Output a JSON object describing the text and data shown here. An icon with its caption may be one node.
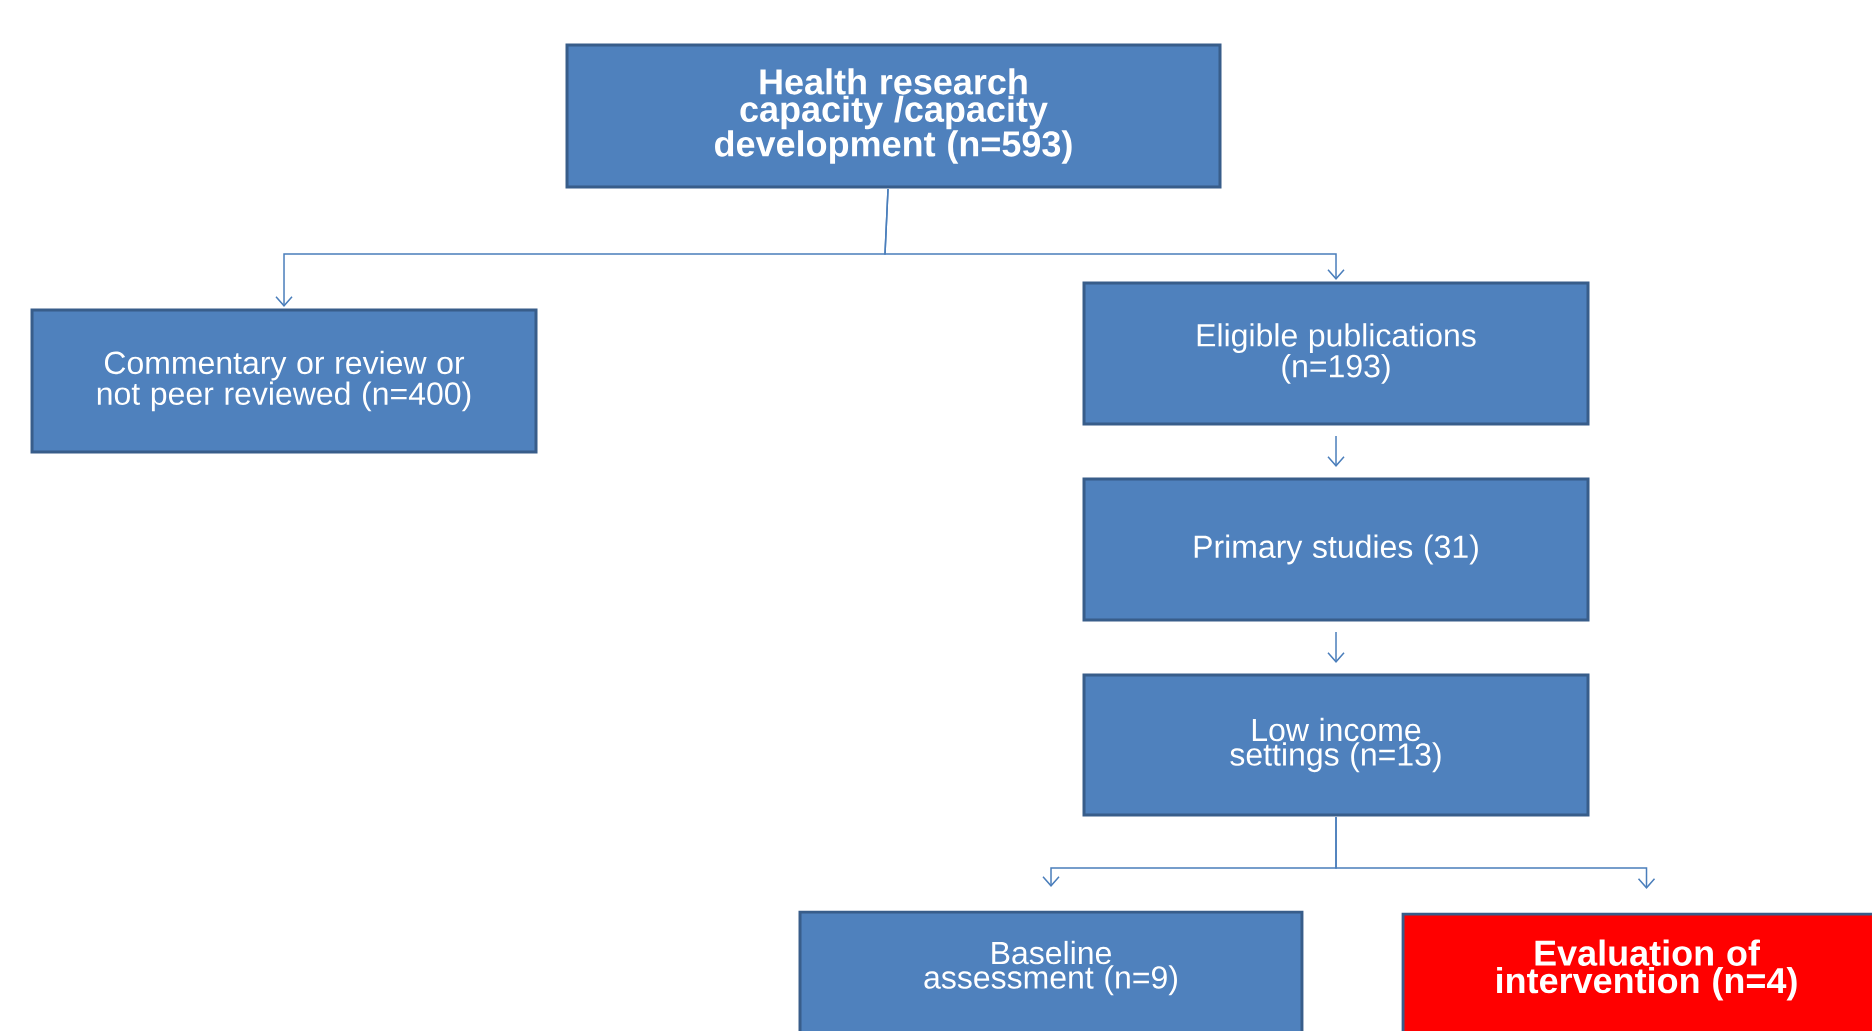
{
  "diagram": {
    "nodes": [
      {
        "text": [
          "Health research capacity /capacity development (n=593)"
        ]
      },
      {
        "text": [
          "Commentary or review or not peer reviewed (n=400)"
        ]
      },
      {
        "text": [
          "Eligible publications (n=193)"
        ]
      },
      {
        "text": [
          "Primary studies (31)"
        ]
      },
      {
        "text": [
          "Low income settings (n=13)"
        ]
      },
      {
        "text": [
          "Baseline assessment (n=9)"
        ]
      },
      {
        "text": [
          "Evaluation of intervention (n=4)"
        ]
      }
    ],
    "edges": [
      {
        "from": 0,
        "to": 1,
        "arrow": "to"
      },
      {
        "from": 0,
        "to": 2,
        "arrow": "to"
      },
      {
        "from": 2,
        "to": 3,
        "arrow": "to"
      },
      {
        "from": 3,
        "to": 4,
        "arrow": "to"
      },
      {
        "from": 4,
        "to": 5,
        "arrow": "to"
      },
      {
        "from": 4,
        "to": 6,
        "arrow": "to"
      }
    ]
  }
}
